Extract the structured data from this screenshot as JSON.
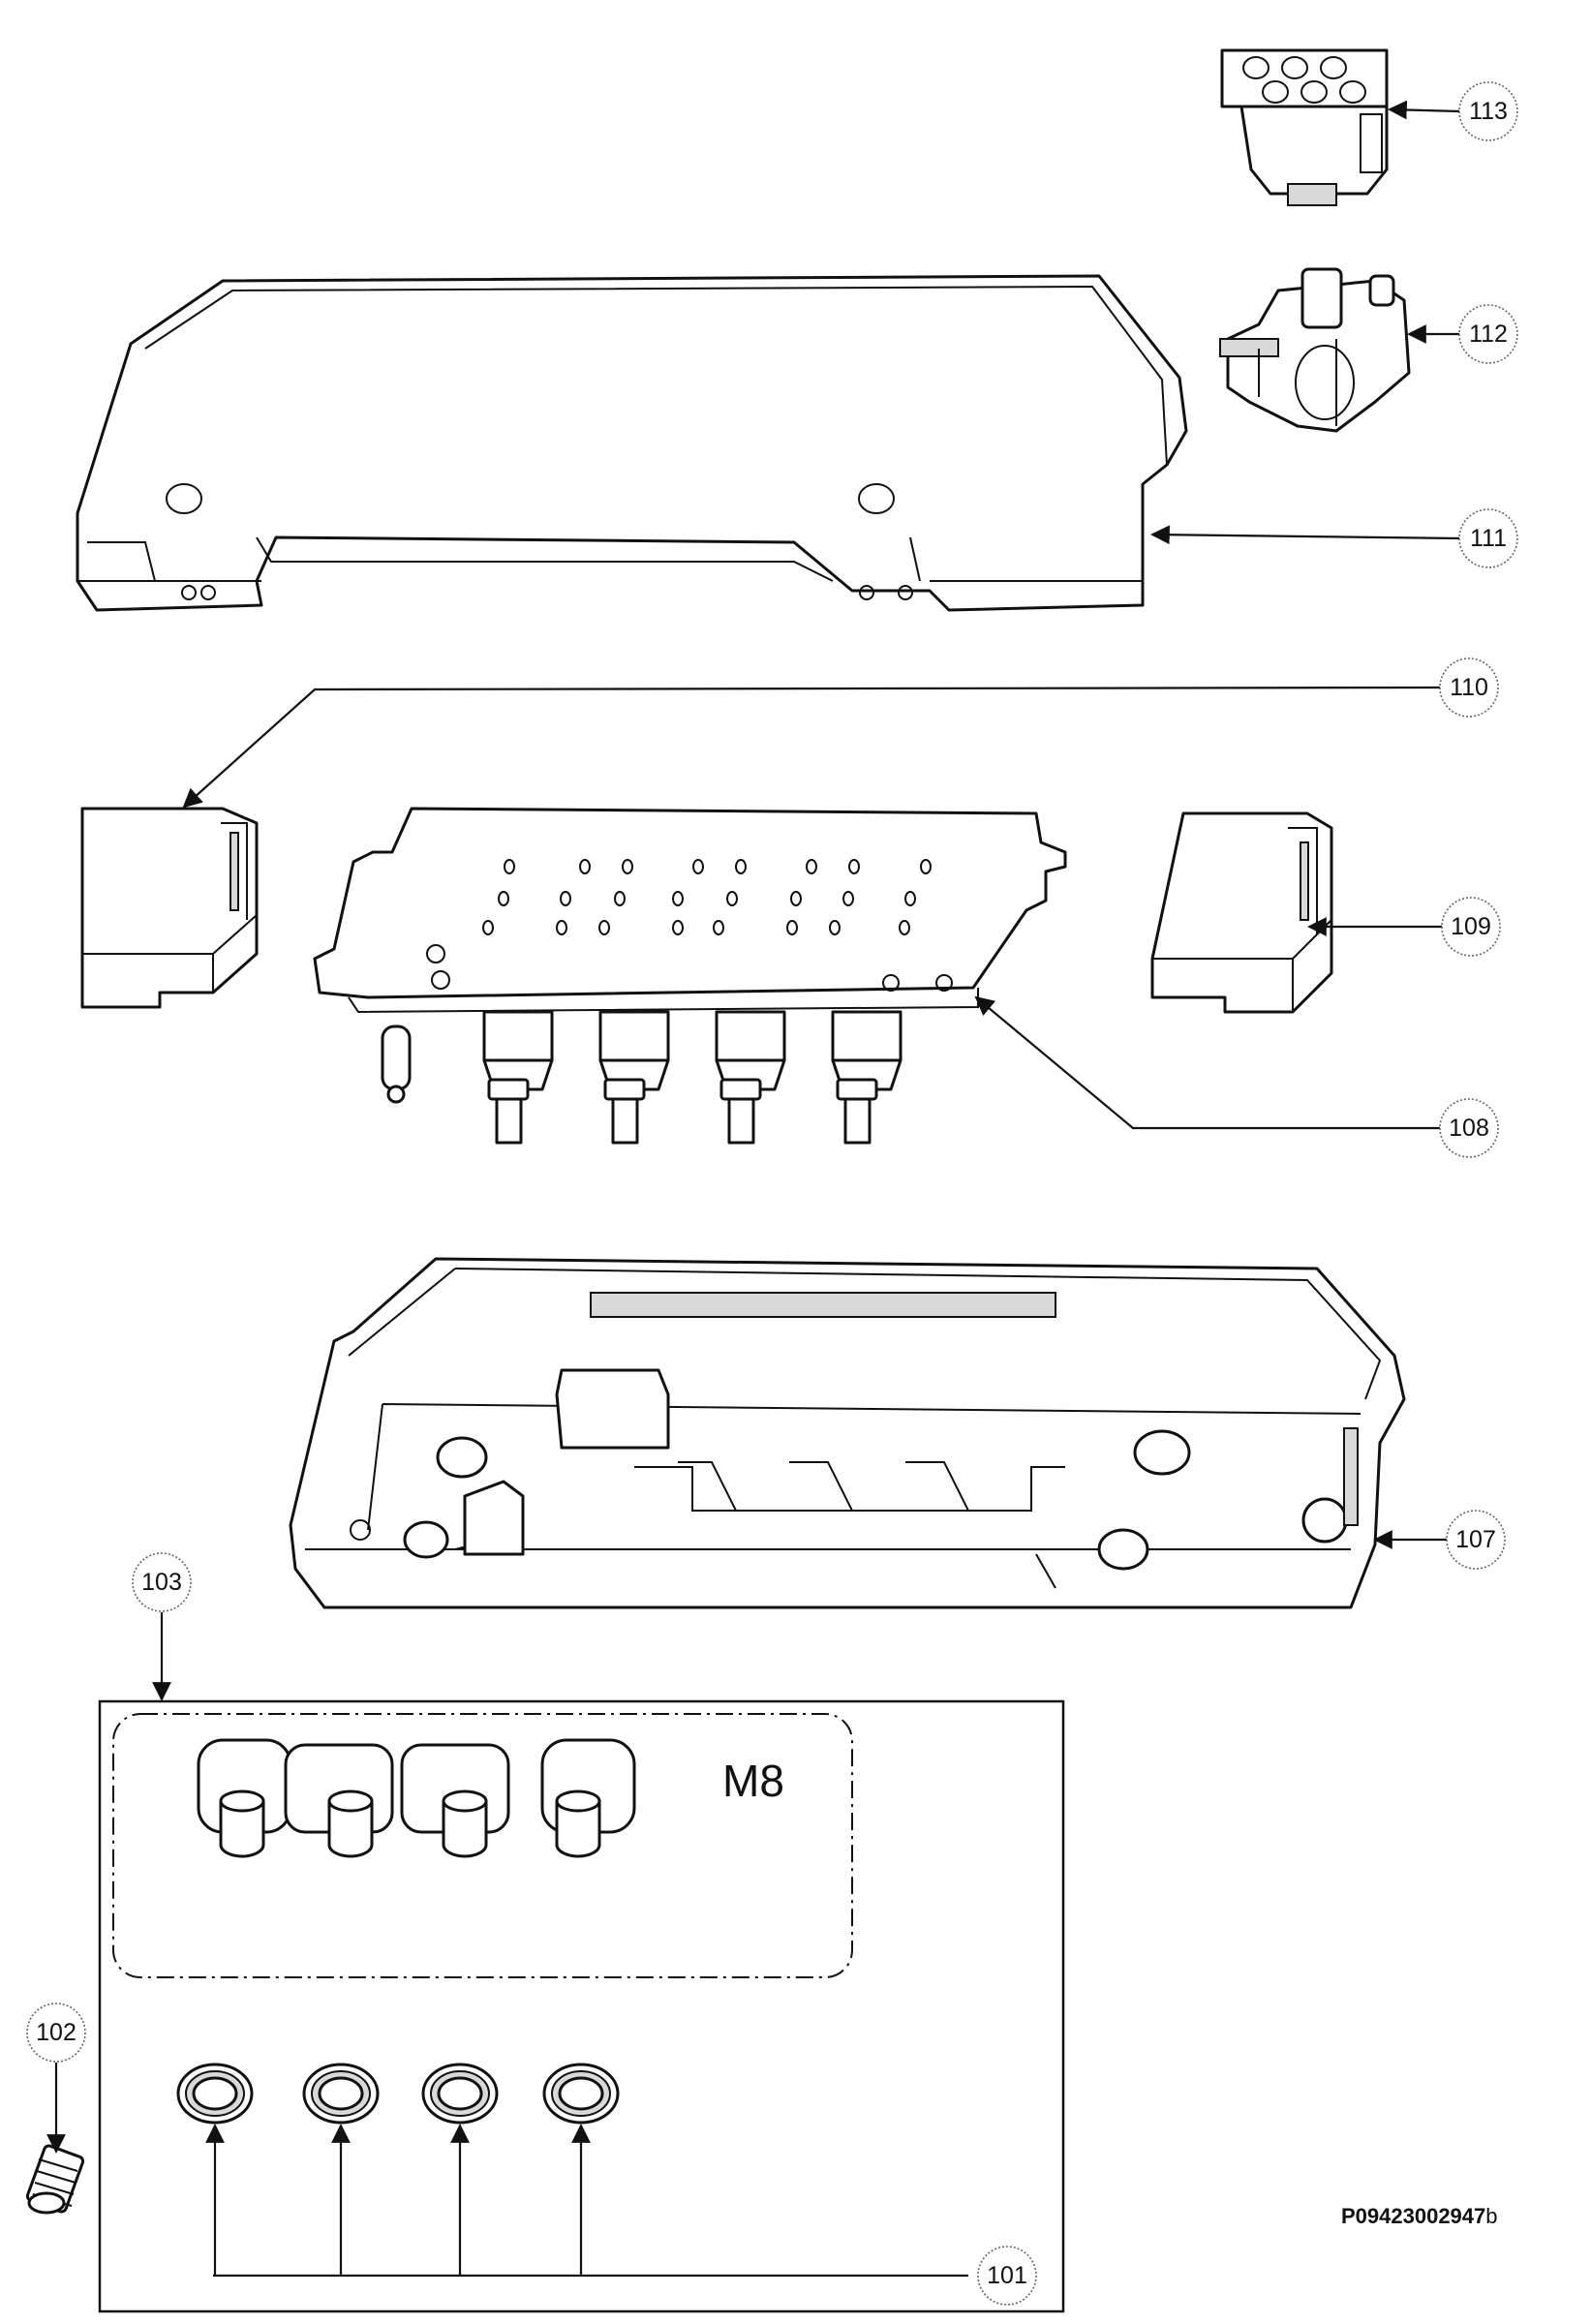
{
  "diagram": {
    "callouts": {
      "c101": "101",
      "c102": "102",
      "c103": "103",
      "c107": "107",
      "c108": "108",
      "c109": "109",
      "c110": "110",
      "c111": "111",
      "c112": "112",
      "c113": "113"
    },
    "kit_label": "M8",
    "document_number": "P09423002947",
    "document_revision": "b"
  }
}
